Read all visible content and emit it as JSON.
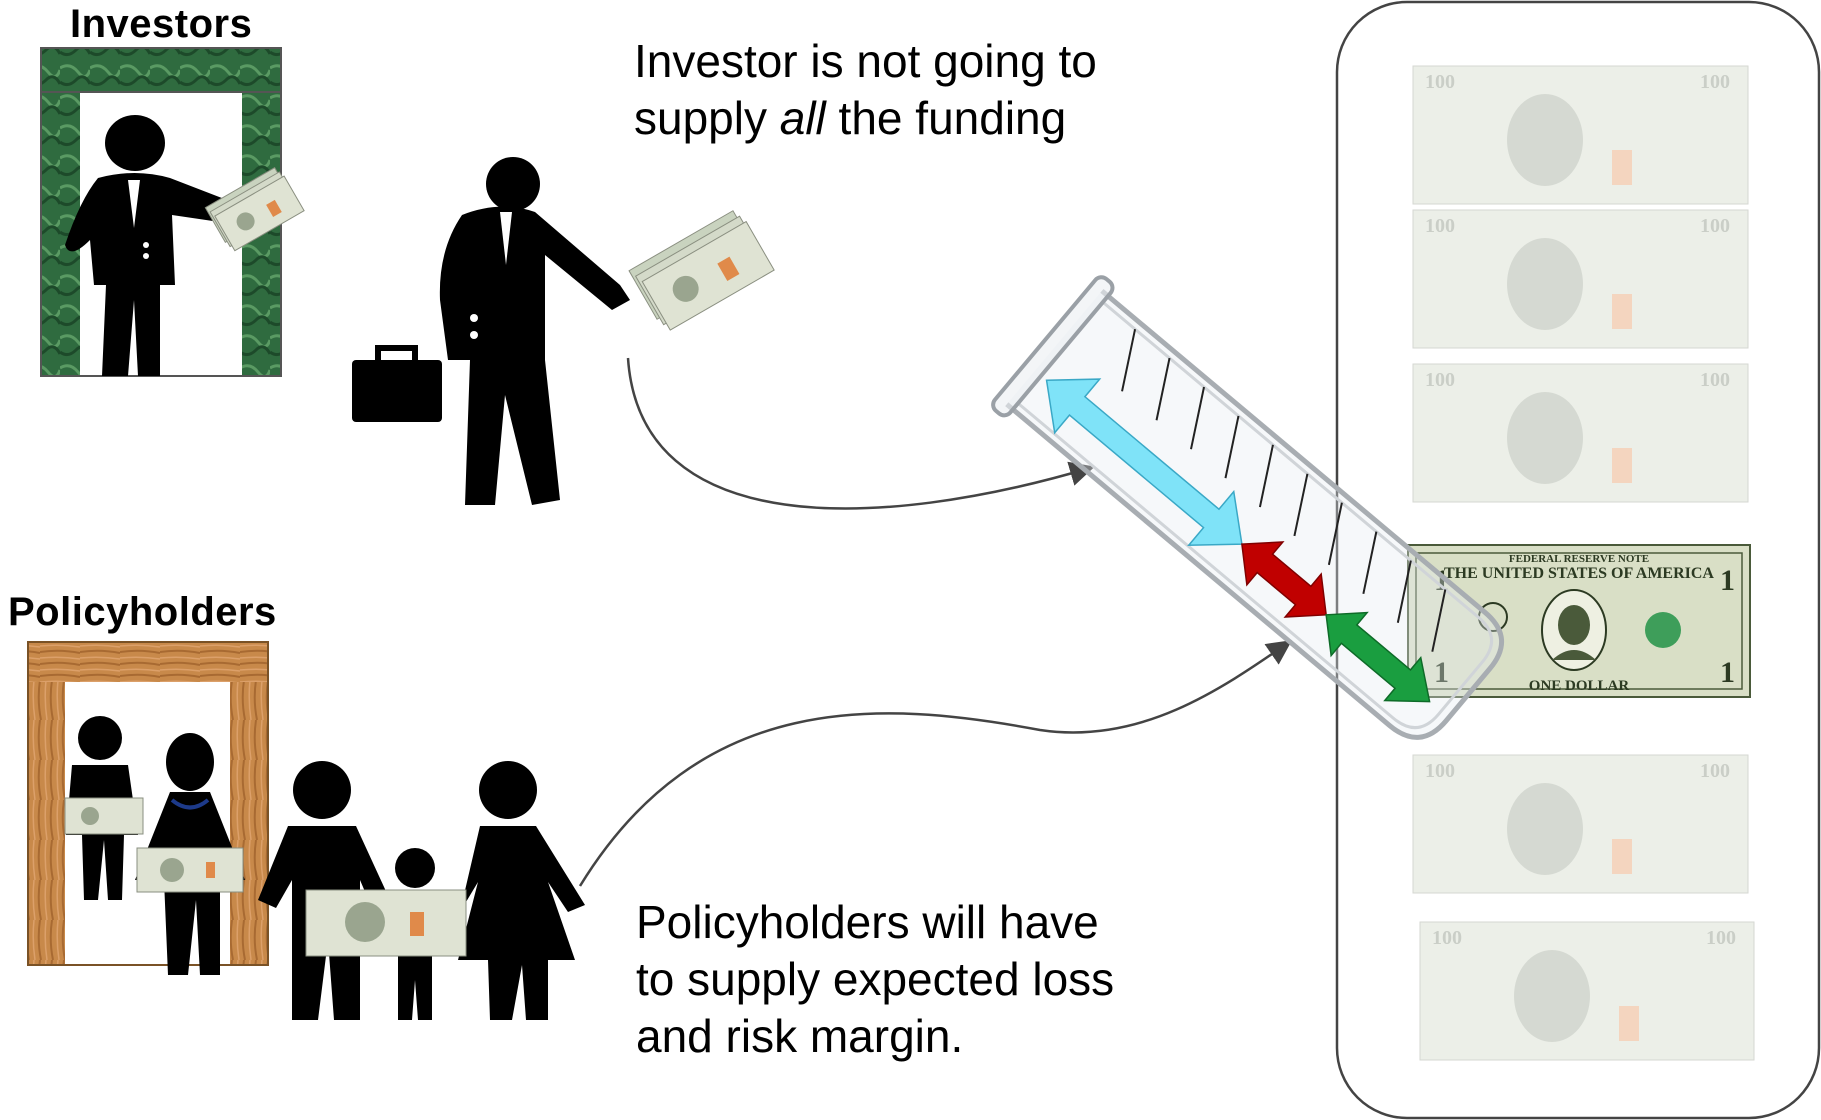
{
  "headings": {
    "investors": "Investors",
    "policyholders": "Policyholders"
  },
  "captions": {
    "investor": {
      "line1": "Investor is not going to",
      "line2_pre": "supply ",
      "line2_em": "all",
      "line2_post": " the funding"
    },
    "policyholder": {
      "line1": "Policyholders will have",
      "line2": "to supply expected loss",
      "line3": "and risk margin."
    }
  },
  "bill_labels": {
    "hundred": "100",
    "one": "1",
    "federal_reserve": "FEDERAL RESERVE NOTE",
    "usa": "THE UNITED STATES OF AMERICA",
    "one_dollar": "ONE DOLLAR"
  },
  "colors": {
    "investor_arrow": "#7fe3f8",
    "middle_arrow": "#c00000",
    "policyholder_arrow": "#1a9e40",
    "investor_door": "#2f6b3f",
    "policyholder_door": "#c8894a",
    "silhouette": "#000000"
  }
}
